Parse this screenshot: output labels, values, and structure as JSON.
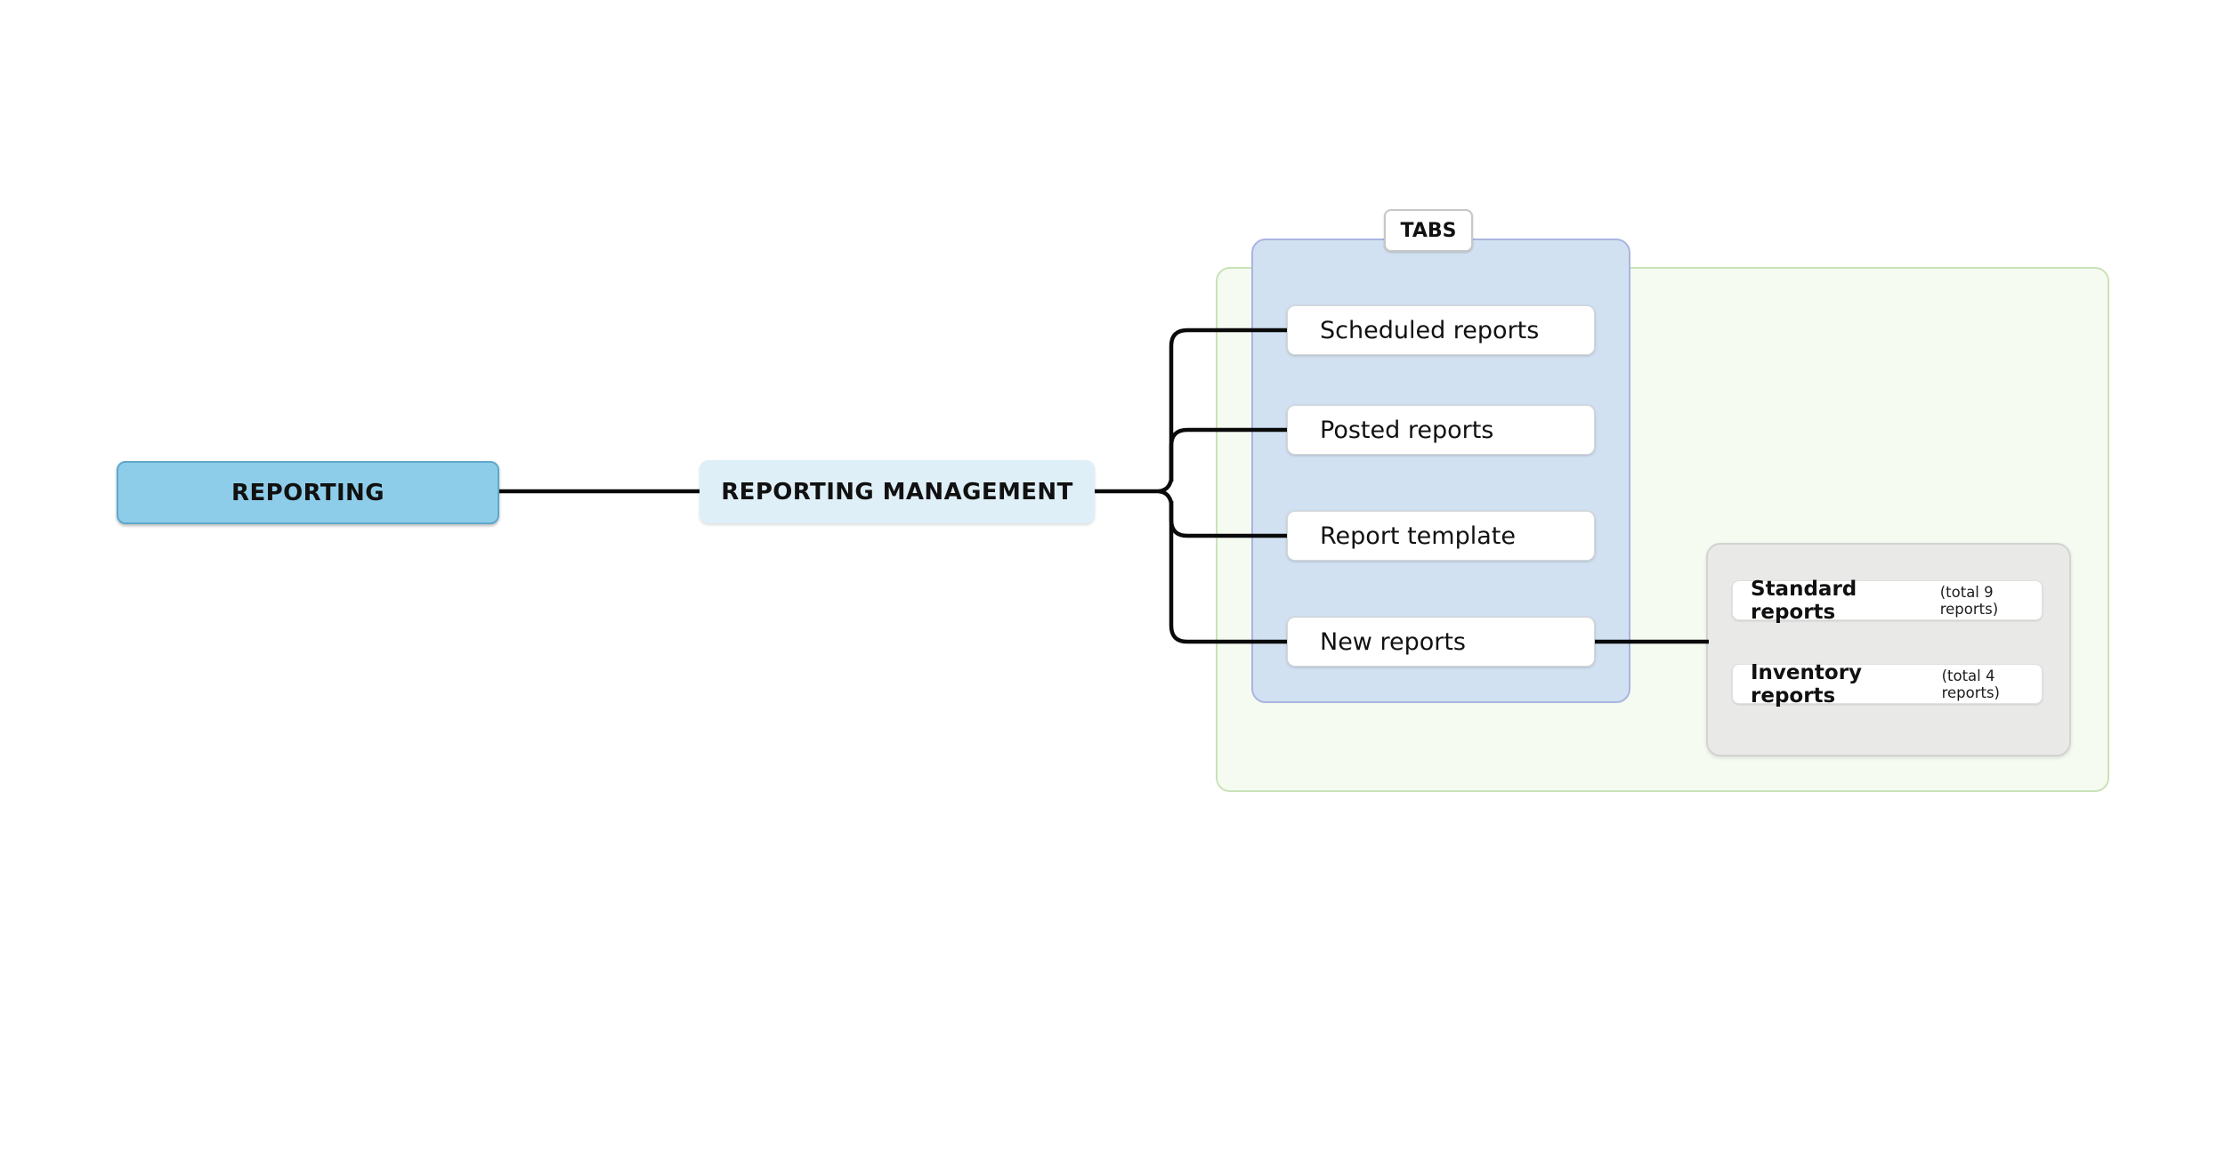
{
  "diagram": {
    "root": {
      "label": "REPORTING"
    },
    "management": {
      "label": "REPORTING MANAGEMENT"
    },
    "tabs_group": {
      "label": "TABS"
    },
    "tabs": [
      {
        "label": "Scheduled reports"
      },
      {
        "label": "Posted reports"
      },
      {
        "label": "Report template"
      },
      {
        "label": "New reports"
      }
    ],
    "new_reports_children": [
      {
        "label": "Standard reports",
        "note": "(total 9 reports)"
      },
      {
        "label": "Inventory reports",
        "note": "(total 4 reports)"
      }
    ],
    "colors": {
      "root_fill": "#8ECDE9",
      "root_border": "#5FA9CB",
      "management_fill": "#DFEFF8",
      "tabs_panel_fill": "#D2E1F1",
      "tabs_panel_border": "#A9B5E1",
      "green_panel_fill": "#F5FBF0",
      "green_panel_border": "#C9E2B9",
      "subgroup_fill": "#E9E9E8",
      "subgroup_border": "#D3D3D2",
      "node_fill": "#FFFFFF",
      "node_border": "#D6D6D6",
      "line": "#0A0A0A",
      "text": "#111111"
    }
  }
}
